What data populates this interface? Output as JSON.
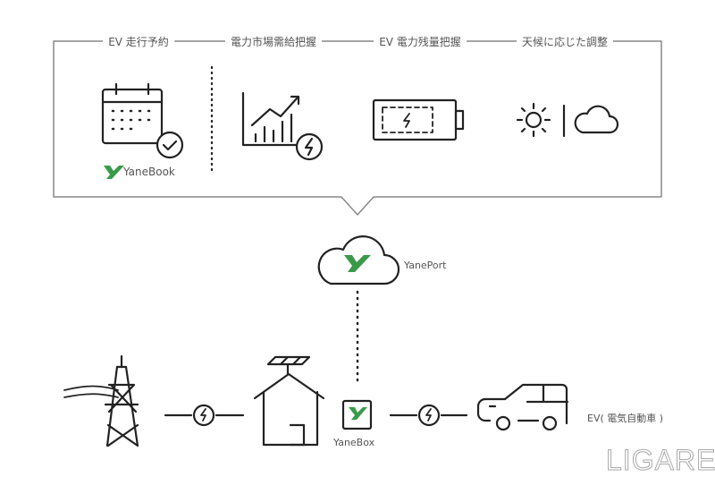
{
  "header_labels": [
    "EV 走行予約",
    "電力市場需給把握",
    "EV 電力残量把握",
    "天候に応じた調整"
  ],
  "yanebook_label": "YaneBook",
  "yaneport_label": "YanePort",
  "yanebox_label": "YaneBox",
  "ev_label": "EV( 電気自動車 )",
  "watermark": "LIGARE",
  "colors": {
    "line": "#222222",
    "frame": "#888888",
    "brand_green": "#3a9a4a"
  }
}
